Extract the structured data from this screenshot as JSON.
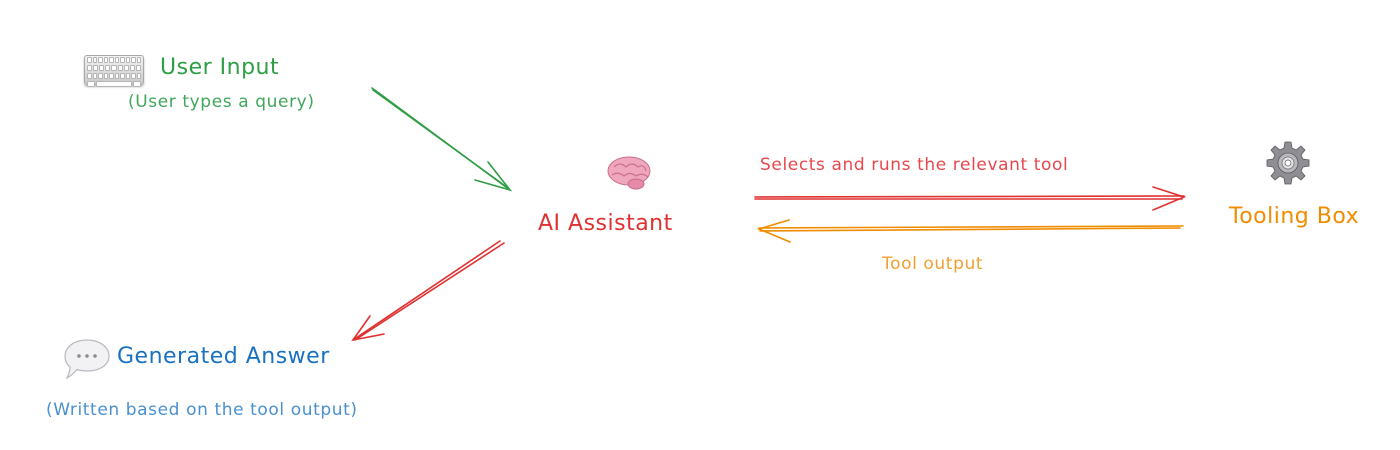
{
  "diagram": {
    "nodes": {
      "user_input": {
        "icon": "keyboard-icon",
        "title": "User Input",
        "subtitle": "(User types a query)",
        "title_color": "#2f9e44",
        "subtitle_color": "#40a65a"
      },
      "ai_assistant": {
        "icon": "brain-icon",
        "title": "AI Assistant",
        "title_color": "#e03131"
      },
      "tooling_box": {
        "icon": "gear-icon",
        "title": "Tooling Box",
        "title_color": "#f08c00"
      },
      "generated_answer": {
        "icon": "speech-bubble-icon",
        "title": "Generated Answer",
        "subtitle": "(Written based on the tool output)",
        "title_color": "#1971c2",
        "subtitle_color": "#4a90d0"
      }
    },
    "edges": {
      "input_to_assistant": {
        "color": "#2f9e44"
      },
      "assistant_to_tools": {
        "label": "Selects and runs the relevant tool",
        "color": "#e03131"
      },
      "tools_to_assistant": {
        "label": "Tool output",
        "color": "#f08c00"
      },
      "assistant_to_answer": {
        "color": "#e03131"
      }
    }
  }
}
